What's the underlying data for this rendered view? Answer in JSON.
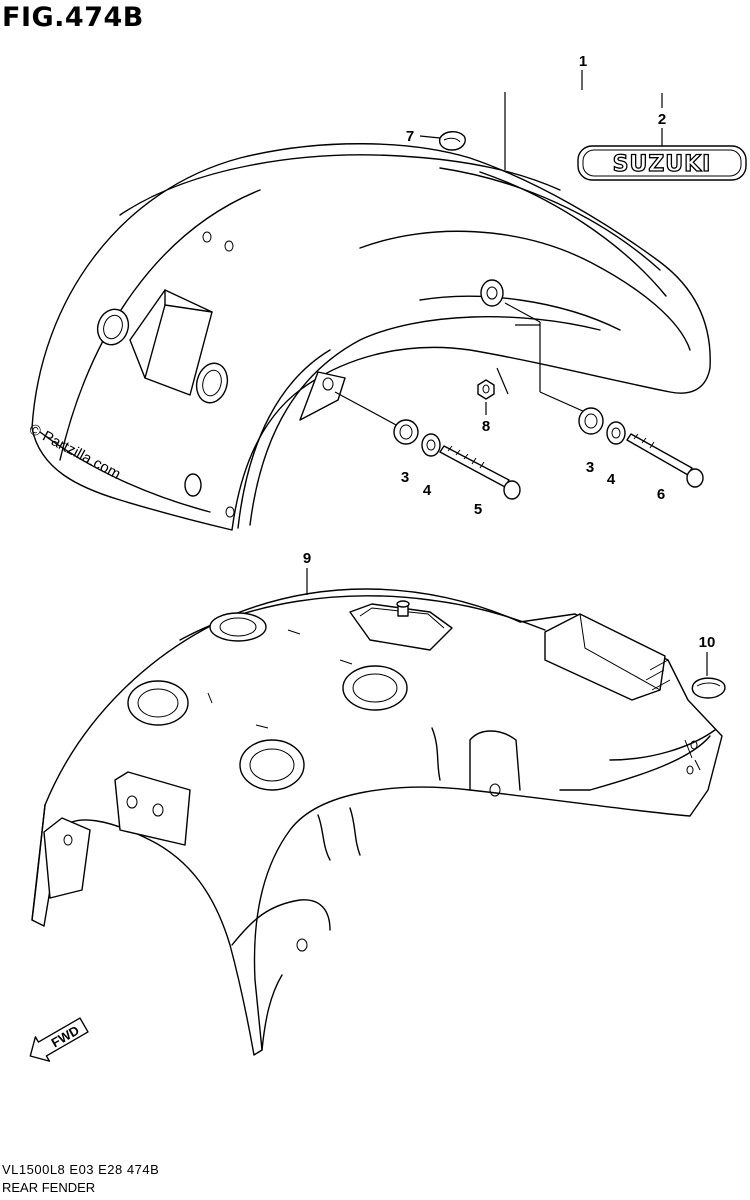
{
  "figure": {
    "title": "FIG.474B",
    "model_code": "VL1500L8  E03  E28  474B",
    "section_name": "REAR FENDER"
  },
  "watermark": "© Partzilla.com",
  "emblem_text": "SUZUKI",
  "fwd_label": "FWD",
  "callouts": {
    "c1": "1",
    "c2": "2",
    "c3a": "3",
    "c3b": "3",
    "c4a": "4",
    "c4b": "4",
    "c5": "5",
    "c6": "6",
    "c7": "7",
    "c8": "8",
    "c9": "9",
    "c10": "10"
  }
}
